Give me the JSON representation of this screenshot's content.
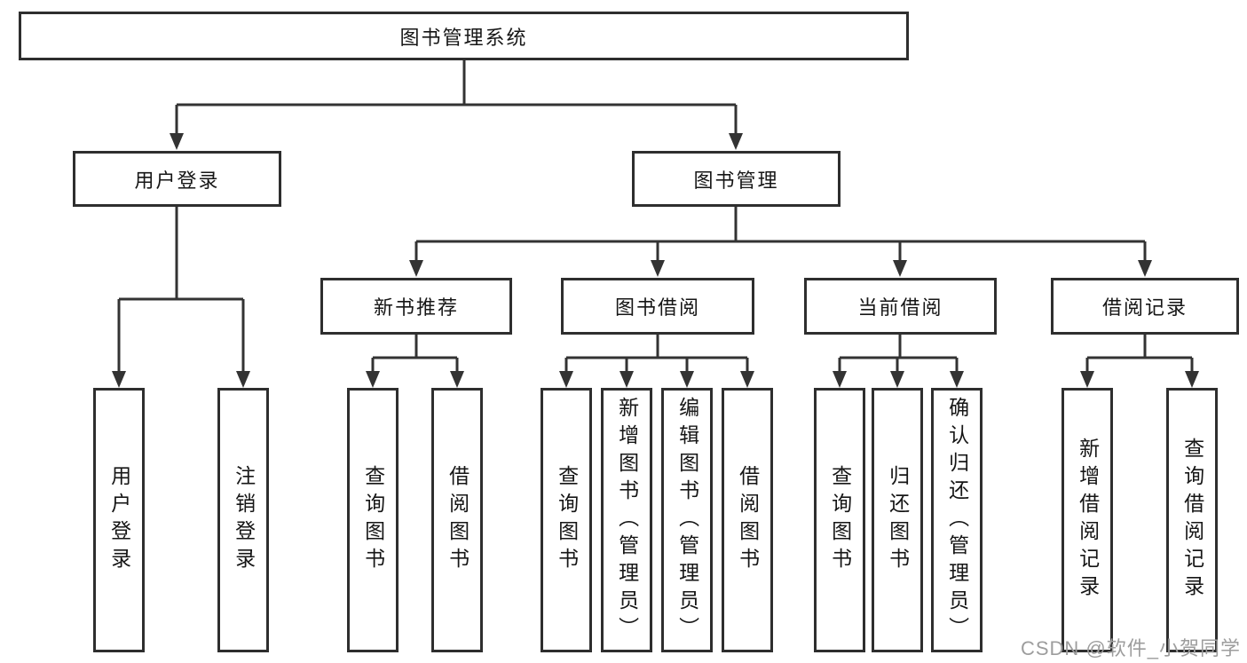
{
  "diagram_type": "feature-hierarchy-tree",
  "tree": {
    "label": "图书管理系统",
    "children": [
      {
        "label": "用户登录",
        "children": [
          {
            "label": "用户登录"
          },
          {
            "label": "注销登录"
          }
        ]
      },
      {
        "label": "图书管理",
        "children": [
          {
            "label": "新书推荐",
            "children": [
              {
                "label": "查询图书"
              },
              {
                "label": "借阅图书"
              }
            ]
          },
          {
            "label": "图书借阅",
            "children": [
              {
                "label": "查询图书"
              },
              {
                "label": "新增图书（管理员）"
              },
              {
                "label": "编辑图书（管理员）"
              },
              {
                "label": "借阅图书"
              }
            ]
          },
          {
            "label": "当前借阅",
            "children": [
              {
                "label": "查询图书"
              },
              {
                "label": "归还图书"
              },
              {
                "label": "确认归还（管理员）"
              }
            ]
          },
          {
            "label": "借阅记录",
            "children": [
              {
                "label": "新增借阅记录"
              },
              {
                "label": "查询借阅记录"
              }
            ]
          }
        ]
      }
    ]
  },
  "watermark": {
    "text": "CSDN @软件_小贺同学"
  },
  "colors": {
    "line": "#333333",
    "box_border": "#2e2e2e",
    "text": "#161616",
    "watermark": "#9d9d9d",
    "background": "#ffffff"
  }
}
